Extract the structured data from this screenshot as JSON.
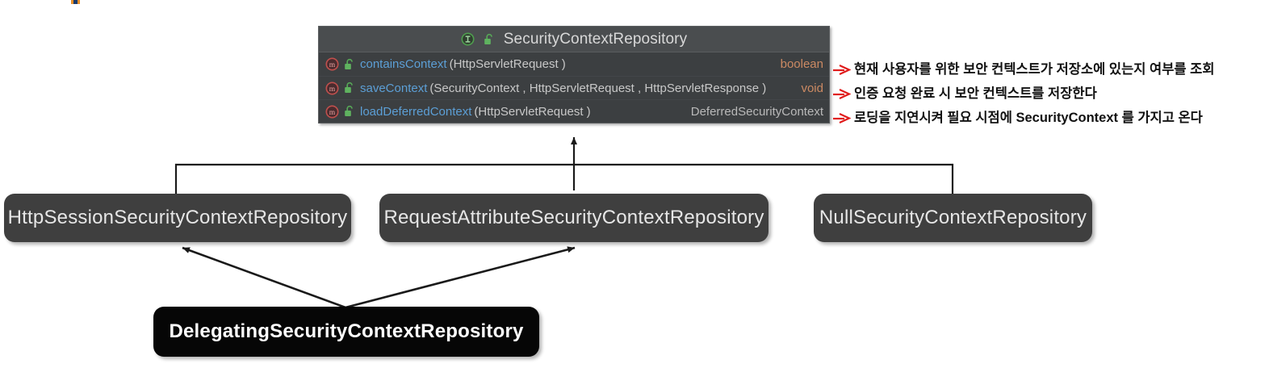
{
  "diagram": {
    "type": "uml-class-hierarchy",
    "background_color": "#ffffff"
  },
  "interface_box": {
    "name": "SecurityContextRepository",
    "stereotype_icon": "interface-icon",
    "visibility_icon": "public-unlock-icon",
    "header_bg": "#4a4d4f",
    "body_bg": "#3c3f41",
    "title_color": "#d8d8d8",
    "members": [
      {
        "icon": "method-icon",
        "visibility_icon": "public-unlock-icon",
        "name": "containsContext",
        "params": "(HttpServletRequest )",
        "return_type": "boolean",
        "name_color": "#5c9fd6",
        "return_color": "#cc8a63"
      },
      {
        "icon": "method-icon",
        "visibility_icon": "public-unlock-icon",
        "name": "saveContext",
        "params": "(SecurityContext , HttpServletRequest , HttpServletResponse )",
        "return_type": "void",
        "name_color": "#5c9fd6",
        "return_color": "#cc8a63"
      },
      {
        "icon": "method-icon",
        "visibility_icon": "public-unlock-icon",
        "name": "loadDeferredContext",
        "params": "(HttpServletRequest )",
        "return_type": "DeferredSecurityContext",
        "name_color": "#5c9fd6",
        "return_color": "#b9b9b9"
      }
    ]
  },
  "annotations": [
    {
      "arrow_icon": "red-arrow-icon",
      "text": "현재 사용자를 위한 보안 컨텍스트가 저장소에 있는지 여부를 조회",
      "color": "#111111",
      "arrow_color": "#e01b1b"
    },
    {
      "arrow_icon": "red-arrow-icon",
      "text": "인증 요청 완료 시 보안 컨텍스트를 저장한다",
      "color": "#111111",
      "arrow_color": "#e01b1b"
    },
    {
      "arrow_icon": "red-arrow-icon",
      "text": "로딩을 지연시켜 필요 시점에 SecurityContext 를 가지고 온다",
      "color": "#111111",
      "arrow_color": "#e01b1b"
    }
  ],
  "implementations": [
    {
      "name": "HttpSessionSecurityContextRepository",
      "bg": "#3f3f3f",
      "color": "#e6e6e6"
    },
    {
      "name": "RequestAttributeSecurityContextRepository",
      "bg": "#3f3f3f",
      "color": "#e6e6e6"
    },
    {
      "name": "NullSecurityContextRepository",
      "bg": "#3f3f3f",
      "color": "#e6e6e6"
    }
  ],
  "delegating": {
    "name": "DelegatingSecurityContextRepository",
    "bg": "#060606",
    "color": "#ffffff"
  },
  "edges": {
    "line_color": "#1a1a1a",
    "inheritance_to_interface": "three implementations join a bus and point up to SecurityContextRepository",
    "delegation_targets": [
      "HttpSessionSecurityContextRepository",
      "RequestAttributeSecurityContextRepository"
    ]
  }
}
